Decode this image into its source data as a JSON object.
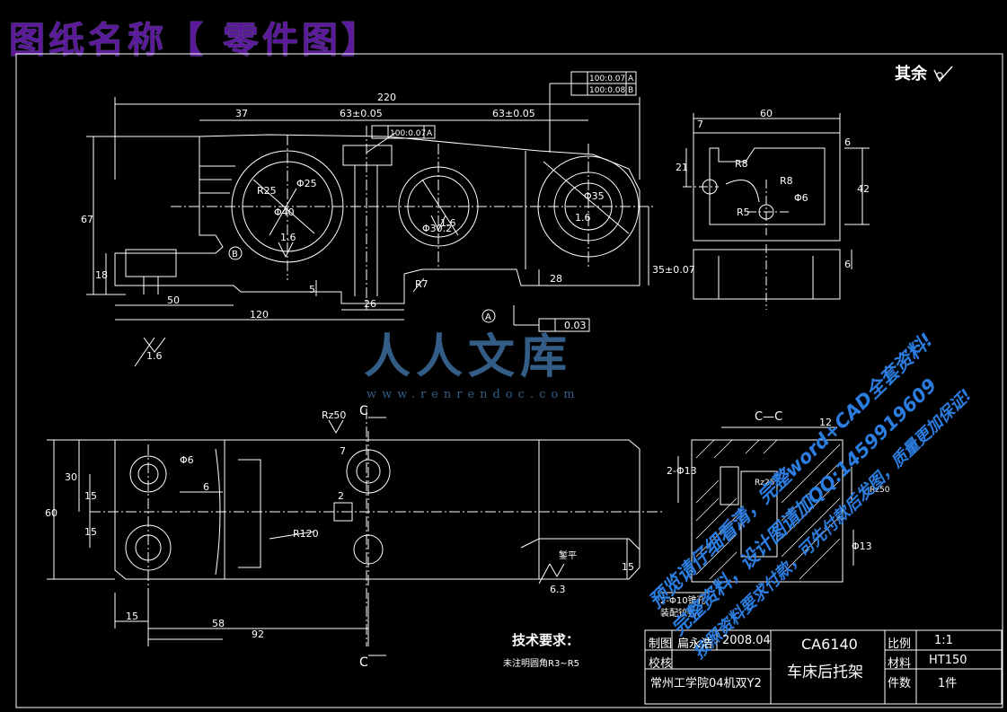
{
  "banner": {
    "title": "图纸名称【 零件图】"
  },
  "surface_note": {
    "label": "其余"
  },
  "watermark": {
    "brand": "人人文库",
    "url": "www.renrendoc.com"
  },
  "promo": {
    "line1": "预览请仔细看清，完整word+CAD全套资料!",
    "line2": "完整资料，设计图请加QQ:1459919609",
    "line3": "按照资料要求付款，可先付款后发图，质量更加保证!"
  },
  "dims": {
    "top_220": "220",
    "d37": "37",
    "d63a": "63±0.05",
    "d63b": "63±0.05",
    "d67": "67",
    "d18": "18",
    "d50": "50",
    "d120": "120",
    "d26": "26",
    "d5": "5",
    "d28": "28",
    "d35": "35±0.07",
    "r25": "R25",
    "r7": "R7",
    "phi40": "Φ40",
    "phi25": "Φ25",
    "phi30": "Φ30.2",
    "phi35": "Φ35",
    "rough16a": "1.6",
    "rough16b": "1.6",
    "rough16c": "1.6",
    "rough16d": "1.6",
    "tol1": "100:0.07",
    "tol1_ref": "A",
    "tol2": "100:0.07",
    "tol2_ref": "A",
    "tol3": "100:0.08",
    "tol3_ref": "B",
    "flat": "0.03",
    "datum_a": "A",
    "datum_b": "B",
    "side_60": "60",
    "side_7": "7",
    "side_6a": "6",
    "side_21": "21",
    "side_42": "42",
    "side_6b": "6",
    "side_r8a": "R8",
    "side_r8b": "R8",
    "side_phi6": "Φ6",
    "side_r5": "R5",
    "plan_30": "30",
    "plan_60": "60",
    "plan_15a": "15",
    "plan_15b": "15",
    "plan_phi6": "Φ6",
    "plan_6": "6",
    "plan_r120": "R120",
    "plan_15c": "15",
    "plan_58": "58",
    "plan_92": "92",
    "plan_7": "7",
    "plan_2": "2",
    "plan_15d": "15",
    "plan_rz50": "Rz50",
    "plan_63": "6.3",
    "plan_note": "2-Φ10锥孔",
    "plan_note2": "装配铰孔",
    "plan_flat": "錾平",
    "sec_c": "C",
    "sec_c2": "C",
    "cc_title": "C—C",
    "cc_12": "12",
    "cc_phi13a": "2-Φ13",
    "cc_phi13b": "Φ13",
    "cc_r25": "Rz25",
    "cc_rz50": "Rz50"
  },
  "tech": {
    "heading": "技术要求：",
    "note": "未注明圆角R3~R5"
  },
  "title_block": {
    "draw_label": "制图",
    "drawer": "扁永浩",
    "date": "2008.04",
    "check_label": "校核",
    "school": "常州工学院04机双Y2",
    "model": "CA6140",
    "part_name": "车床后托架",
    "scale_label": "比例",
    "scale": "1:1",
    "material_label": "材料",
    "material": "HT150",
    "qty_label": "件数",
    "qty": "1件"
  },
  "colors": {
    "line": "#ffffff",
    "banner": "#5a1a9a",
    "watermark": "#3c6e9e",
    "promo": "#2b7de0"
  }
}
